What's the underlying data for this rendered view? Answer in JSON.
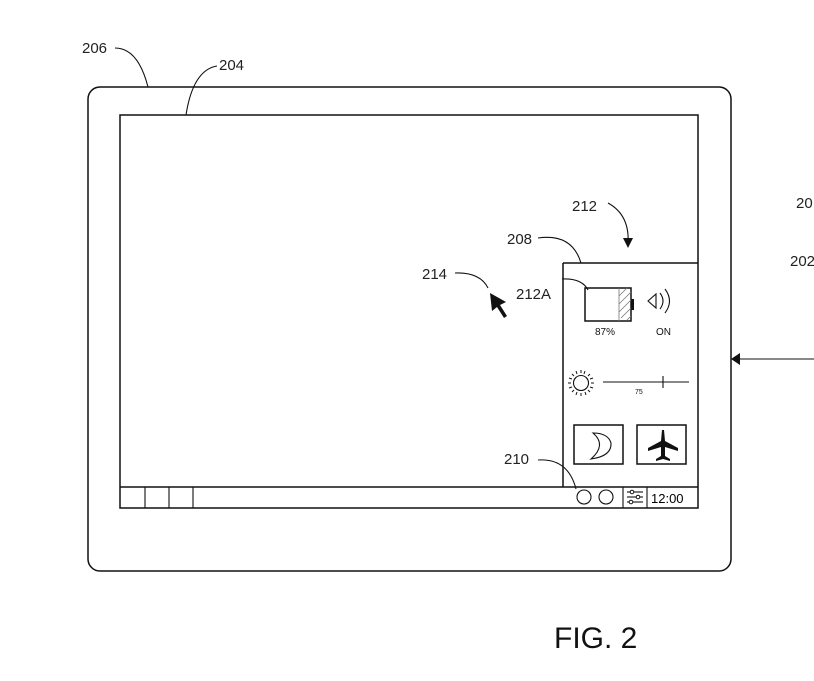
{
  "figure": {
    "caption": "FIG. 2"
  },
  "labels": {
    "device": "206",
    "screen": "204",
    "panel": "208",
    "panel_arrow": "212",
    "battery_widget": "212A",
    "pointer": "214",
    "taskbar_icons": "210",
    "cut_off_1": "20",
    "cut_off_2": "202"
  },
  "quick_settings": {
    "battery_percent": "87%",
    "wireless_state": "ON",
    "brightness_value": "75"
  },
  "taskbar": {
    "clock": "12:00"
  },
  "icons": [
    "battery-icon",
    "wireless-icon",
    "brightness-icon",
    "night-mode-icon",
    "airplane-mode-icon",
    "settings-icon",
    "pointer-icon"
  ]
}
